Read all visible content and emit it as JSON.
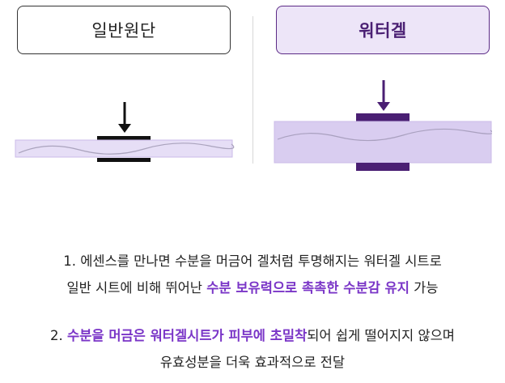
{
  "labels": {
    "general": "일반원단",
    "water_gel": "워터겔"
  },
  "colors": {
    "accent": "#7a35c7",
    "brand_dark": "#4a1f73",
    "gel_fill": "#d9cdf0",
    "sheet_fill": "#ddd3f3"
  },
  "notes": {
    "n1_line1": "1. 에센스를 만나면 수분을 머금어 겔처럼 투명해지는 워터겔 시트로",
    "n1_line2_pre": "일반 시트에 비해 뛰어난 ",
    "n1_line2_hl": "수분 보유력으로 촉촉한 수분감 유지",
    "n1_line2_post": " 가능",
    "n2_line1_pre": "2. ",
    "n2_line1_hl": "수분을 머금은 워터겔시트가 피부에 초밀착",
    "n2_line1_post": "되어 쉽게 떨어지지 않으며",
    "n2_line2": "유효성분을 더욱 효과적으로 전달"
  }
}
